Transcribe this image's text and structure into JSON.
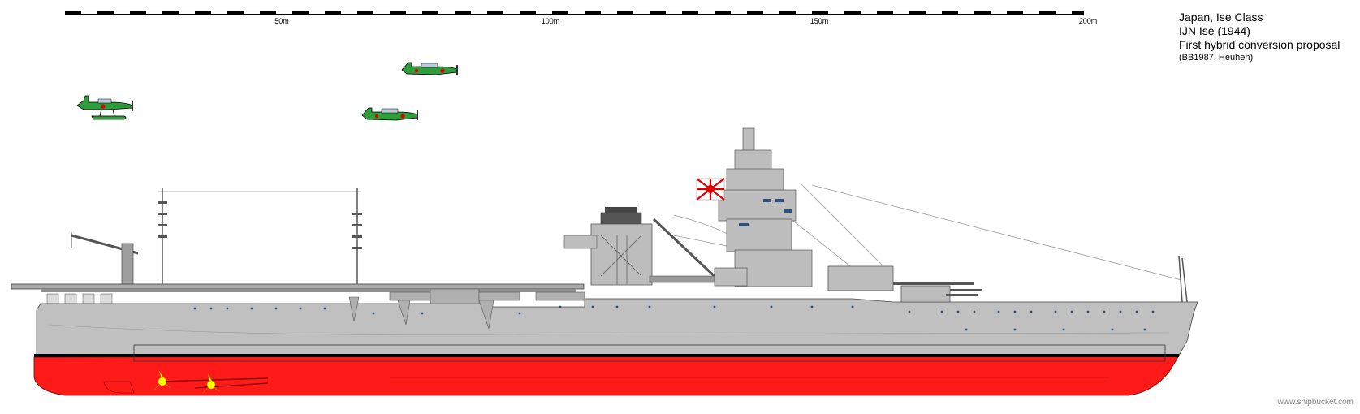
{
  "title_block": {
    "line1": "Japan, Ise Class",
    "line2": "IJN Ise (1944)",
    "line3": "First hybrid conversion proposal",
    "credits": "(BB1987, Heuhen)"
  },
  "scale_bar": {
    "labels": [
      "50m",
      "100m",
      "150m",
      "200m"
    ]
  },
  "watermark": "www.shipbucket.com",
  "colors": {
    "hull_upper": "#c0c0c0",
    "hull_lower": "#ff1a1a",
    "boot_top": "#000000",
    "deck": "#a8a8a8",
    "superstructure": "#bdbdbd",
    "aircraft": "#2e9e3a",
    "propeller": "#ffff00",
    "portholes": "#2a4f80"
  },
  "icons": [
    "rising-sun-flag-icon",
    "floatplane-icon",
    "dive-bomber-icon",
    "propeller-icon"
  ]
}
